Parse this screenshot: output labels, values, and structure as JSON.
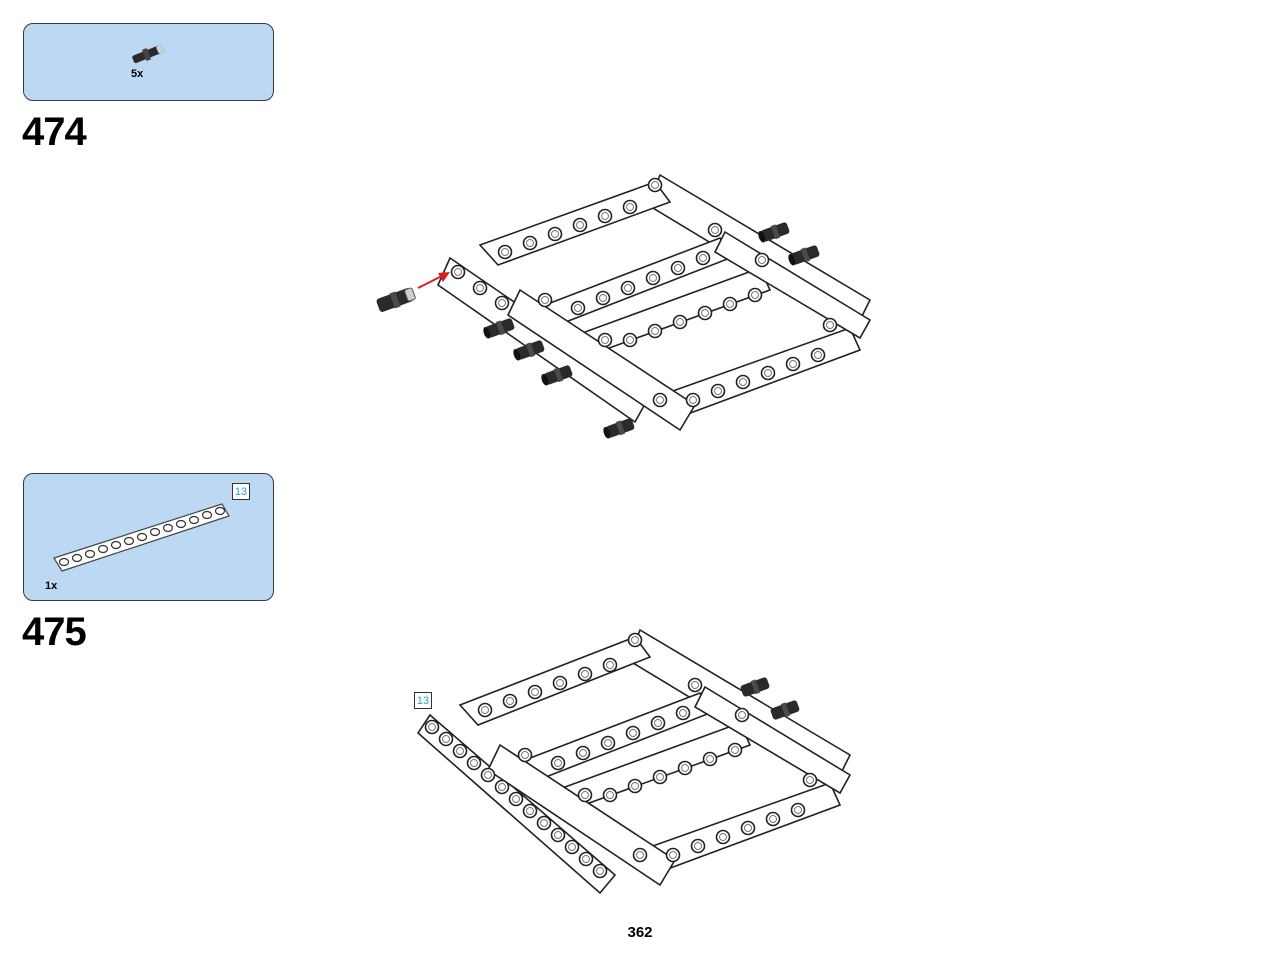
{
  "steps": [
    {
      "number": "474",
      "parts": [
        {
          "icon": "connector-pin-black-icon",
          "quantity": "5x"
        }
      ]
    },
    {
      "number": "475",
      "parts": [
        {
          "icon": "beam-13-white-icon",
          "quantity": "1x",
          "length_tag": "13"
        }
      ],
      "callout_tag": "13"
    }
  ],
  "page_number": "362",
  "colors": {
    "parts_box_fill": "#bcd8f2",
    "parts_box_border": "#3a3a3a",
    "length_tag_text": "#2aa3d8",
    "arrow": "#d42020",
    "pin_black": "#2a2a2a"
  }
}
